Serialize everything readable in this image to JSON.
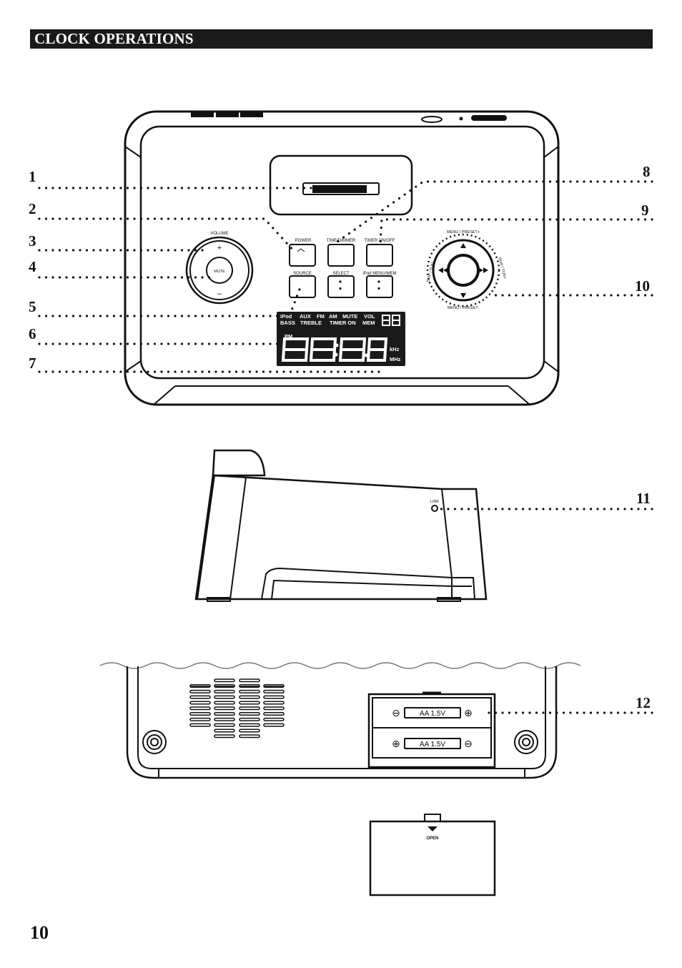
{
  "header": {
    "title": "CLOCK OPERATIONS"
  },
  "callouts": [
    "1",
    "2",
    "3",
    "4",
    "5",
    "6",
    "7",
    "8",
    "9",
    "10",
    "11",
    "12"
  ],
  "front_panel": {
    "volume_label": "VOLUME",
    "vol_plus": "+",
    "vol_minus": "–",
    "mute_label": "MUTE",
    "buttons_top": [
      "POWER",
      "TIME/DIMMER",
      "TIMER ON/OFF"
    ],
    "buttons_bottom": [
      "SOURCE",
      "SELECT",
      "iPod MENU/MEM"
    ],
    "dial_labels": {
      "top": "MENU / PRESET+",
      "bottom": "MENU / PRESET-",
      "left": "SKIP / TUN-",
      "right": "SKIP / TUN+"
    },
    "display": {
      "row1": [
        "iPod",
        "AUX",
        "FM",
        "AM",
        "MUTE",
        "VOL"
      ],
      "row2": [
        "BASS",
        "TREBLE",
        "TIMER ON",
        "MEM"
      ],
      "small_digits": "88",
      "pm": "PM",
      "khz": "kHz",
      "mhz": "MHz"
    }
  },
  "side_view": {
    "link_label": "LINK"
  },
  "bottom_view": {
    "battery_1": "AA   1.5V",
    "battery_2": "AA   1.5V",
    "minus": "⊖",
    "plus": "⊕"
  },
  "cover": {
    "open_label": "OPEN"
  },
  "page": {
    "number": "10"
  },
  "colors": {
    "line": "#111111",
    "display_bg": "#1a1a1a",
    "display_text": "#ffffff"
  }
}
